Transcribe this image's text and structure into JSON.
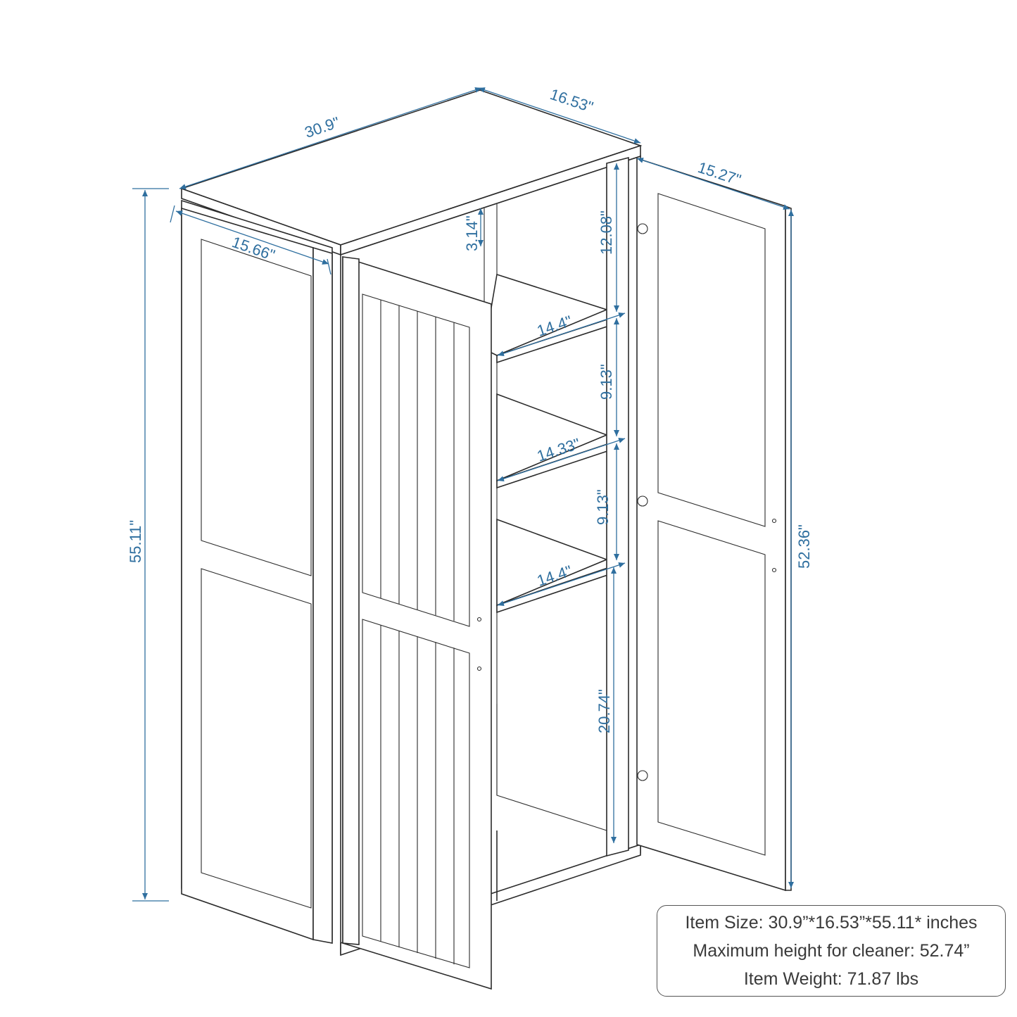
{
  "dimensions": {
    "width": "30.9\"",
    "depth": "16.53\"",
    "height": "55.11\"",
    "door_left_width": "15.66\"",
    "door_right_width": "15.27\"",
    "door_height": "52.36\"",
    "top_gap": "3.14\"",
    "upper_space": "12.08\"",
    "shelf1_width": "14.4\"",
    "middle_space_1": "9.13\"",
    "shelf2_width": "14.33\"",
    "middle_space_2": "9.13\"",
    "shelf3_width": "14.4\"",
    "lower_space": "20.74\""
  },
  "specs": {
    "item_size": "Item Size: 30.9”*16.53”*55.11* inches",
    "max_height": "Maximum height for cleaner: 52.74”",
    "item_weight": "Item Weight: 71.87 lbs"
  },
  "colors": {
    "dimension": "#2f6f9f",
    "outline": "#2b2b2b"
  }
}
